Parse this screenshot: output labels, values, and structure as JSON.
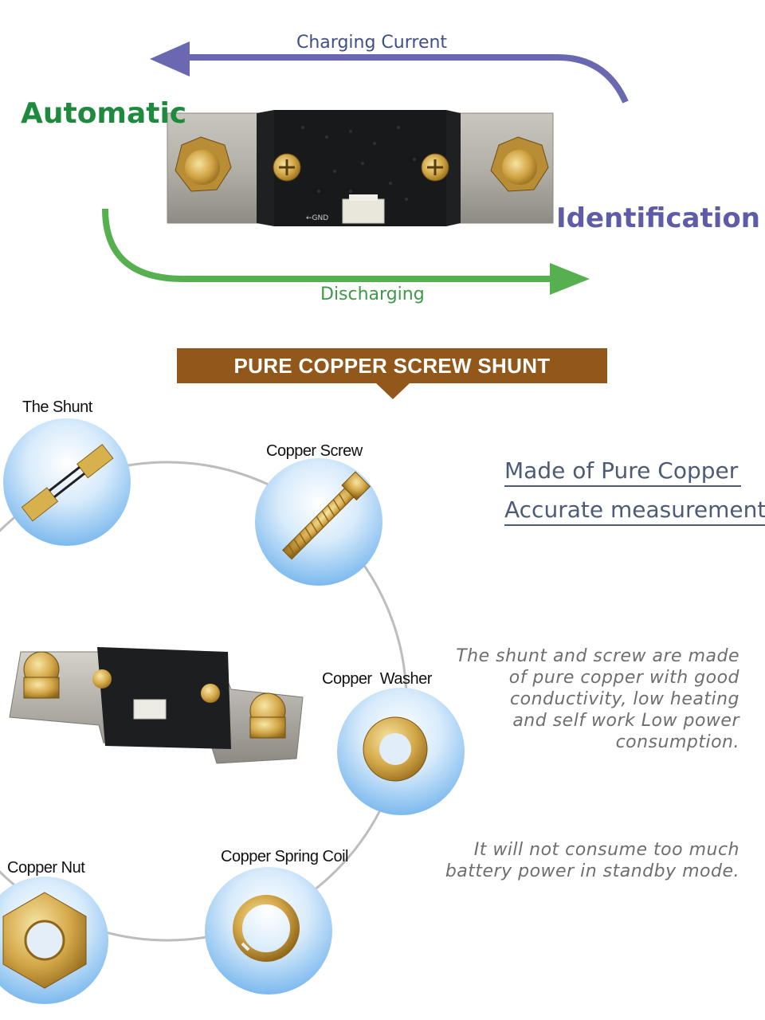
{
  "hero": {
    "top_flow_label": "Charging Current",
    "bottom_flow_label": "Discharging",
    "left_word": "Automatic",
    "right_word": "Identification",
    "connector_label": "←GND"
  },
  "banner": {
    "title": "PURE COPPER SCREW SHUNT"
  },
  "parts": [
    {
      "label": "The Shunt"
    },
    {
      "label": "Copper Screw"
    },
    {
      "label": "Copper  Washer"
    },
    {
      "label": "Copper Spring Coil"
    },
    {
      "label": "Copper Nut"
    }
  ],
  "features": [
    {
      "text": "Made of Pure Copper"
    },
    {
      "text": "Accurate measurement"
    }
  ],
  "description": {
    "para1": [
      "The shunt and screw are made",
      "of pure copper with good",
      "conductivity, low heating",
      "and self work Low power",
      "consumption."
    ],
    "para2": [
      "It will not consume too much",
      "battery power in standby mode."
    ]
  },
  "colors": {
    "banner_bg": "#92571b",
    "charging_arrow": "#6a68b0",
    "discharging_arrow": "#56b050",
    "automatic_text": "#1f8a3e",
    "identification_text": "#5e5ca6",
    "feature_text": "#4d5c76",
    "description_text": "#6e6e6e"
  }
}
